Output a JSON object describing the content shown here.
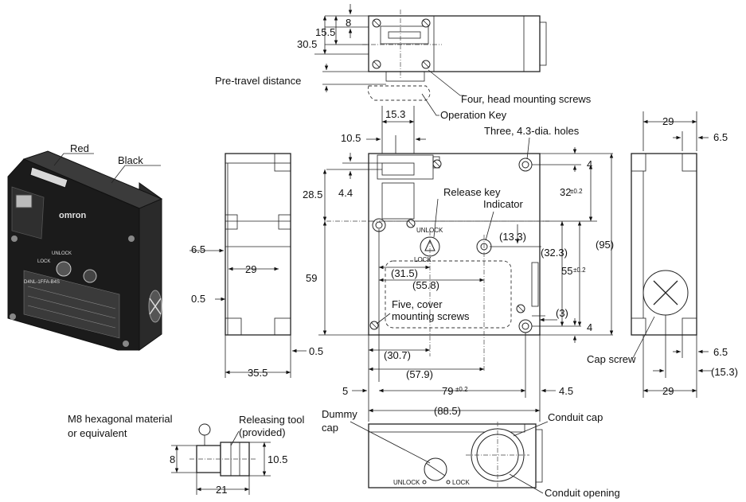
{
  "labels": {
    "red": "Red",
    "black": "Black",
    "pre_travel": "Pre-travel distance",
    "head_screws": "Four, head mounting screws",
    "operation_key": "Operation Key",
    "three_holes": "Three, 4.3-dia. holes",
    "release_key": "Release key",
    "indicator": "Indicator",
    "unlock": "UNLOCK",
    "lock": "LOCK",
    "cover_screws_1": "Five, cover",
    "cover_screws_2": "mounting screws",
    "cap_screw": "Cap screw",
    "m8_1": "M8 hexagonal material",
    "m8_2": "or equivalent",
    "releasing_tool_1": "Releasing tool",
    "releasing_tool_2": "(provided)",
    "dummy_cap_1": "Dummy",
    "dummy_cap_2": "cap",
    "conduit_cap": "Conduit cap",
    "conduit_opening": "Conduit opening",
    "photo_brand": "omron",
    "photo_model": "D4NL-1FFA-B4S",
    "photo_unlock": "UNLOCK",
    "photo_lock": "LOCK"
  },
  "dims": {
    "d8_top": "8",
    "d15_5": "15.5",
    "d30_5": "30.5",
    "d15_3": "15.3",
    "d10_5": "10.5",
    "d4_4": "4.4",
    "d28_5": "28.5",
    "d59": "59",
    "d6_5_left": "6.5",
    "d29_left": "29",
    "d0_5_a": "0.5",
    "d0_5_b": "0.5",
    "d35_5": "35.5",
    "d13_3": "(13.3)",
    "d31_5": "(31.5)",
    "d55_8": "(55.8)",
    "d32_3": "(32.3)",
    "d32": "32",
    "d32_tol": "±0.2",
    "d95": "(95)",
    "d55": "55",
    "d55_tol": "±0.2",
    "d3": "(3)",
    "d4_a": "4",
    "d4_b": "4",
    "d30_7": "(30.7)",
    "d57_9": "(57.9)",
    "d5": "5",
    "d79": "79",
    "d79_tol": "±0.2",
    "d4_5": "4.5",
    "d88_5": "(88.5)",
    "d29_right_top": "29",
    "d6_5_right_top": "6.5",
    "d6_5_right_bot": "6.5",
    "d15_3_right": "(15.3)",
    "d29_right_bot": "29",
    "d8_tool": "8",
    "d10_5_tool": "10.5",
    "d21": "21"
  }
}
